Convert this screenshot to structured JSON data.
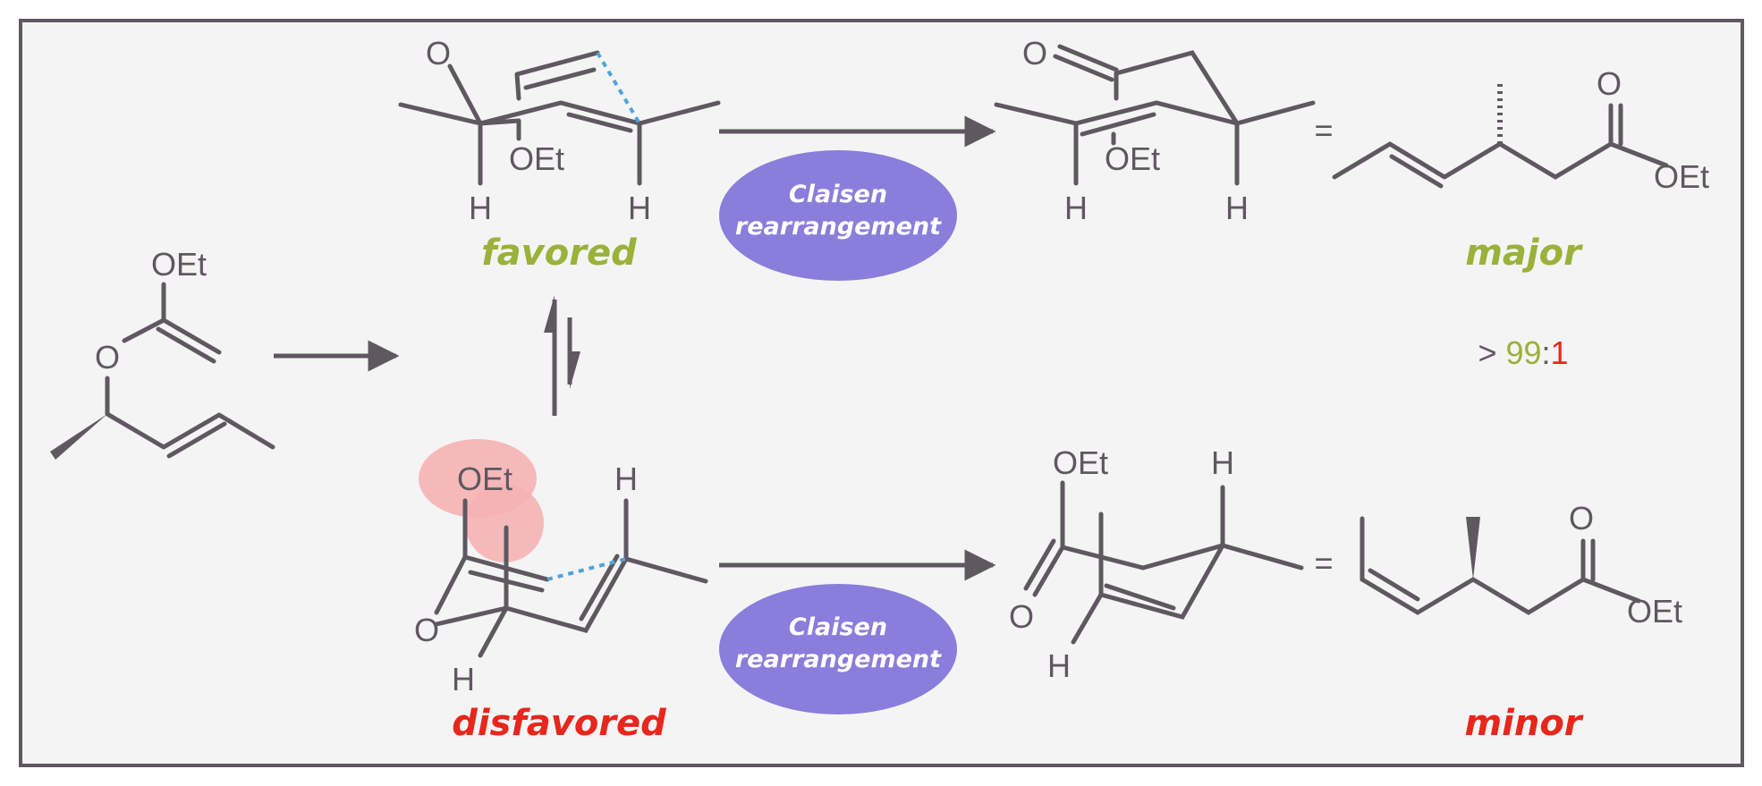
{
  "colors": {
    "frame": "#5f5860",
    "background": "#f4f4f4",
    "bond": "#5f5860",
    "favored": "#9ab13a",
    "disfavored": "#e8261b",
    "pill": "#8a7ddb",
    "transition_bond": "#4ea3dc",
    "steric_clash": "#f6b3b4"
  },
  "atoms": {
    "start": {
      "oet": "OEt",
      "o": "O"
    },
    "favored_ts": {
      "o": "O",
      "oet": "OEt",
      "h_left": "H",
      "h_right": "H"
    },
    "favored_product": {
      "o": "O",
      "oet": "OEt",
      "h_left": "H",
      "h_right": "H"
    },
    "major_product": {
      "o": "O",
      "oet": "OEt",
      "equals": "="
    },
    "disfavored_ts": {
      "oet": "OEt",
      "o": "O",
      "h_top": "H",
      "h_bottom": "H"
    },
    "disfavored_product": {
      "oet": "OEt",
      "o": "O",
      "h_top": "H",
      "h_bottom": "H"
    },
    "minor_product": {
      "o": "O",
      "oet": "OEt",
      "equals": "="
    }
  },
  "labels": {
    "favored": "favored",
    "disfavored": "disfavored",
    "major": "major",
    "minor": "minor"
  },
  "pills": {
    "top": {
      "line1": "Claisen",
      "line2": "rearrangement"
    },
    "bottom": {
      "line1": "Claisen",
      "line2": "rearrangement"
    }
  },
  "ratio": {
    "prefix": "> ",
    "major": "99",
    "sep": ":",
    "minor": "1"
  }
}
